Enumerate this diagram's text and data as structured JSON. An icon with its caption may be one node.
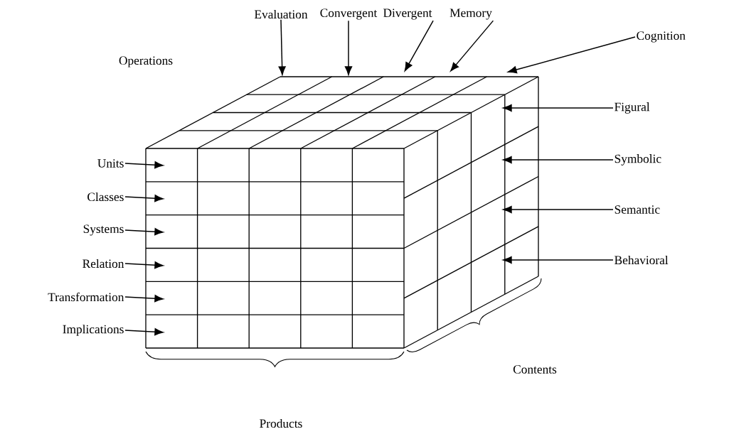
{
  "diagram": {
    "nodes": [
      {
        "text": [
          "Evaluation"
        ]
      },
      {
        "text": [
          "Convergent"
        ]
      },
      {
        "text": [
          "Divergent"
        ]
      },
      {
        "text": [
          "Memory"
        ]
      },
      {
        "text": [
          "Cognition"
        ]
      },
      {
        "text": [
          "Units"
        ]
      },
      {
        "text": [
          "Classes"
        ]
      },
      {
        "text": [
          "Systems"
        ]
      },
      {
        "text": [
          "Relation"
        ]
      },
      {
        "text": [
          "Transformation"
        ]
      },
      {
        "text": [
          "Implications"
        ]
      },
      {
        "text": [
          "Figural"
        ]
      },
      {
        "text": [
          "Symbolic"
        ]
      },
      {
        "text": [
          "Semantic"
        ]
      },
      {
        "text": [
          "Behavioral"
        ]
      }
    ],
    "edges": [
      {
        "from": 0,
        "to": null,
        "arrow": "to"
      },
      {
        "from": 1,
        "to": null,
        "arrow": "to"
      },
      {
        "from": 2,
        "to": null,
        "arrow": "to"
      },
      {
        "from": 3,
        "to": null,
        "arrow": "to"
      },
      {
        "from": 4,
        "to": null,
        "arrow": "to"
      },
      {
        "from": 5,
        "to": null,
        "arrow": "to"
      },
      {
        "from": 6,
        "to": null,
        "arrow": "to"
      },
      {
        "from": 7,
        "to": null,
        "arrow": "to"
      },
      {
        "from": 8,
        "to": null,
        "arrow": "to"
      },
      {
        "from": 9,
        "to": null,
        "arrow": "to"
      },
      {
        "from": 10,
        "to": null,
        "arrow": "to"
      },
      {
        "from": 11,
        "to": null,
        "arrow": "to"
      },
      {
        "from": 12,
        "to": null,
        "arrow": "to"
      },
      {
        "from": 13,
        "to": null,
        "arrow": "to"
      },
      {
        "from": 14,
        "to": null,
        "arrow": "to"
      }
    ],
    "labels": [
      "Operations",
      "Contents",
      "Products"
    ]
  }
}
